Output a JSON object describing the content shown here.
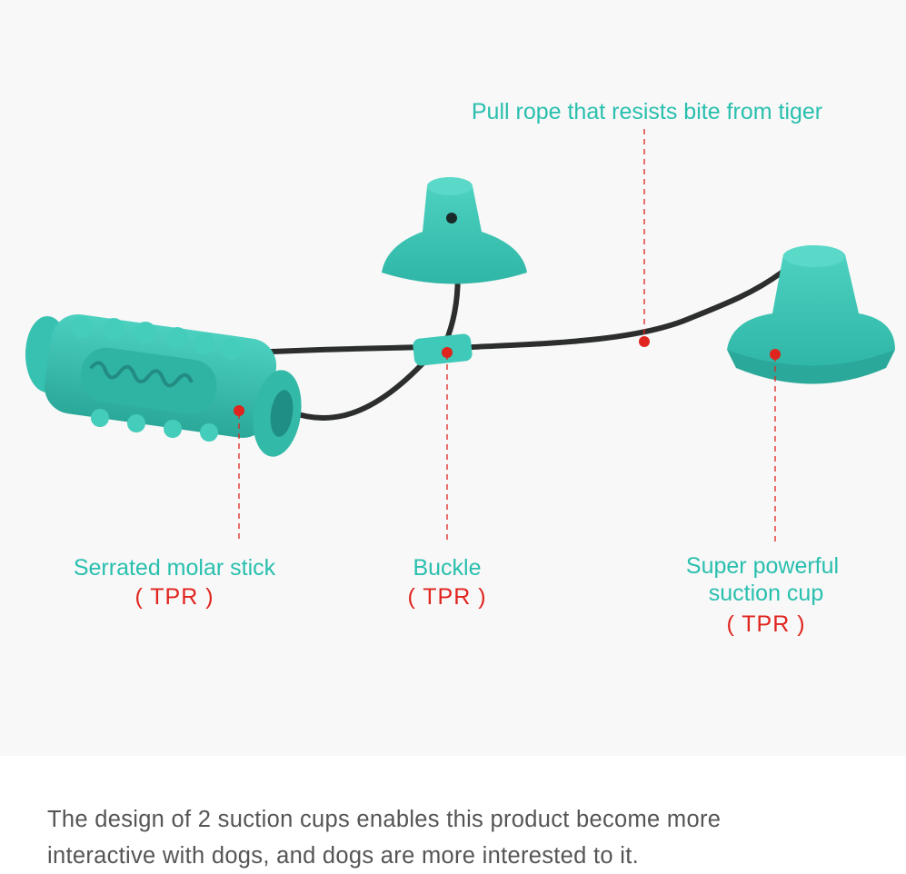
{
  "callouts": {
    "rope": {
      "label": "Pull rope that resists bite from tiger"
    },
    "stick": {
      "label": "Serrated molar stick",
      "material": "( TPR )"
    },
    "buckle": {
      "label": "Buckle",
      "material": "( TPR )"
    },
    "cup": {
      "label_line1": "Super powerful",
      "label_line2": "suction cup",
      "material": "( TPR )"
    }
  },
  "caption": {
    "line1": "The design of 2 suction cups enables this product become more",
    "line2": "interactive with dogs, and dogs are more interested to it."
  },
  "colors": {
    "toy": "#3ec9b8",
    "toy_dark": "#2aa89a",
    "rope": "#2b2e2d",
    "marker": "#e0241e",
    "label": "#29bfae",
    "caption": "#555555"
  }
}
